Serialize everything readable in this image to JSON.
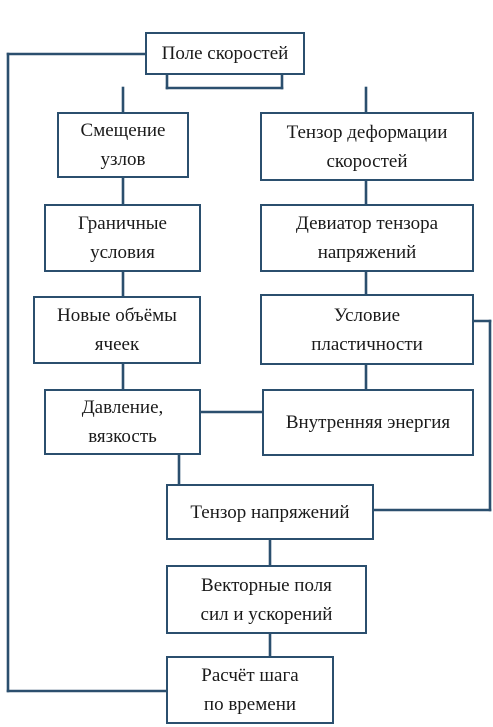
{
  "diagram": {
    "nodes": {
      "velocity_field": "Поле скоростей",
      "node_displacement": "Смещение\nузлов",
      "strain_rate_tensor": "Тензор деформации\nскоростей",
      "boundary_conditions": "Граничные\nусловия",
      "stress_deviator": "Девиатор тензора\nнапряжений",
      "new_cell_volumes": "Новые объёмы\nячеек",
      "plasticity_condition": "Условие\nпластичности",
      "pressure_viscosity": "Давление,\nвязкость",
      "internal_energy": "Внутренняя энергия",
      "stress_tensor": "Тензор напряжений",
      "force_acceleration_fields": "Векторные поля\nсил и ускорений",
      "time_step": "Расчёт шага\nпо времени"
    },
    "colors": {
      "line": "#2b4f6e",
      "box_fill": "#ffffff",
      "text": "#1a1a1a"
    }
  }
}
